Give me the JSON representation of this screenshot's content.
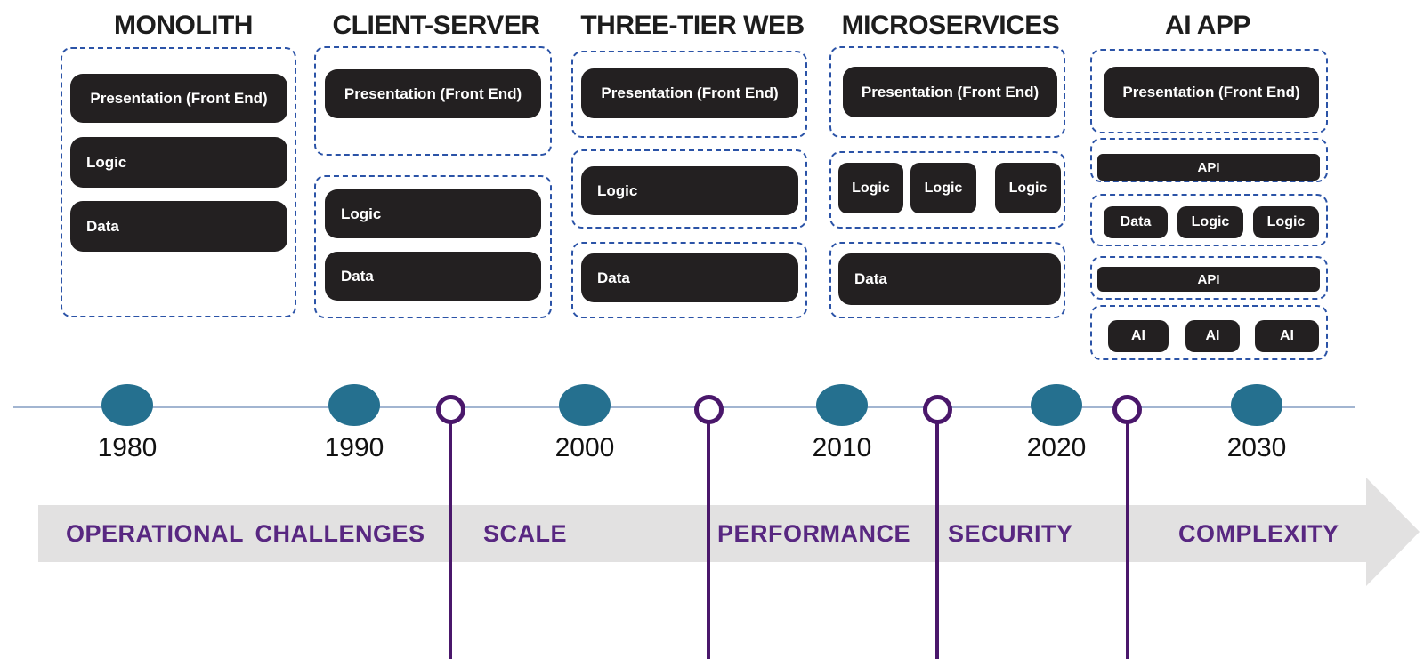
{
  "architectures": [
    {
      "name": "MONOLITH",
      "groups": [
        {
          "boxes": [
            {
              "label": "Presentation (Front End)"
            },
            {
              "label": "Logic"
            },
            {
              "label": "Data"
            }
          ]
        }
      ]
    },
    {
      "name": "CLIENT-SERVER",
      "groups": [
        {
          "boxes": [
            {
              "label": "Presentation (Front End)"
            }
          ]
        },
        {
          "boxes": [
            {
              "label": "Logic"
            },
            {
              "label": "Data"
            }
          ]
        }
      ]
    },
    {
      "name": "THREE-TIER WEB",
      "groups": [
        {
          "boxes": [
            {
              "label": "Presentation (Front End)"
            }
          ]
        },
        {
          "boxes": [
            {
              "label": "Logic"
            }
          ]
        },
        {
          "boxes": [
            {
              "label": "Data"
            }
          ]
        }
      ]
    },
    {
      "name": "MICROSERVICES",
      "groups": [
        {
          "boxes": [
            {
              "label": "Presentation (Front End)"
            }
          ]
        },
        {
          "boxes": [
            {
              "label": "Logic"
            },
            {
              "label": "Logic"
            },
            {
              "label": "Logic"
            }
          ]
        },
        {
          "boxes": [
            {
              "label": "Data"
            }
          ]
        }
      ]
    },
    {
      "name": "AI APP",
      "groups": [
        {
          "boxes": [
            {
              "label": "Presentation (Front End)"
            }
          ]
        },
        {
          "boxes": [
            {
              "label": "API"
            }
          ]
        },
        {
          "boxes": [
            {
              "label": "Data"
            },
            {
              "label": "Logic"
            },
            {
              "label": "Logic"
            }
          ]
        },
        {
          "boxes": [
            {
              "label": "API"
            }
          ]
        },
        {
          "boxes": [
            {
              "label": "AI"
            },
            {
              "label": "AI"
            },
            {
              "label": "AI"
            }
          ]
        }
      ]
    }
  ],
  "timeline": {
    "years": [
      "1980",
      "1990",
      "2000",
      "2010",
      "2020",
      "2030"
    ]
  },
  "challenges_band": {
    "labels": [
      "OPERATIONAL CHALLENGES",
      "SCALE",
      "PERFORMANCE",
      "SECURITY",
      "COMPLEXITY"
    ]
  },
  "colors": {
    "block_fill": "#232021",
    "block_text": "#ffffff",
    "dashed_border": "#2b53a7",
    "milestone_fill": "#25708f",
    "timeline_line": "#a2b5d1",
    "challenge_marker": "#4a176b",
    "band_fill": "#e2e1e1",
    "band_text": "#582781",
    "title_text": "#1d1d1d",
    "year_text": "#111111"
  }
}
